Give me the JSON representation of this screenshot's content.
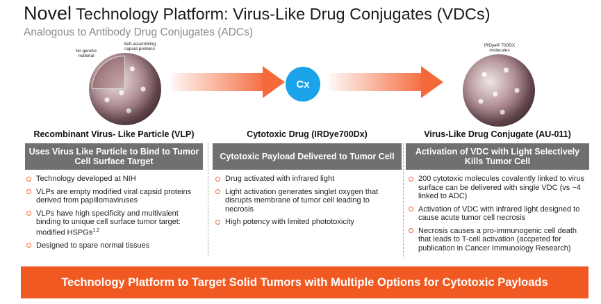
{
  "title": {
    "novel": "Novel",
    "rest": " Technology Platform: Virus-Like Drug Conjugates (VDCs)"
  },
  "subtitle": "Analogous to Antibody Drug Conjugates (ADCs)",
  "left_graphic": {
    "label_no_genetic": "No genetic material",
    "label_capsid": "Self-assembling capsid proteins"
  },
  "right_graphic": {
    "label_molecules": "IRDye® 700DX molecules"
  },
  "middle_graphic": {
    "cx_label": "Cx"
  },
  "columns": [
    {
      "title": "Recombinant Virus- Like Particle (VLP)",
      "header": "Uses Virus Like Particle to Bind to Tumor Cell Surface Target",
      "bullets": [
        "Technology developed at NIH",
        "VLPs are empty modified viral capsid proteins derived from papillomaviruses",
        "VLPs have high specificity and multivalent binding to unique cell surface tumor target: modified HSPGs",
        "Designed to spare normal tissues"
      ],
      "superscript": "1,2"
    },
    {
      "title": "Cytotoxic Drug (IRDye700Dx)",
      "header": "Cytotoxic Payload Delivered to Tumor Cell",
      "bullets": [
        "Drug activated with infrared light",
        "Light activation generates singlet oxygen that disrupts membrane of tumor cell leading to necrosis",
        "High potency with limited phototoxicity"
      ]
    },
    {
      "title": "Virus-Like Drug Conjugate (AU-011)",
      "header": "Activation of VDC with Light Selectively Kills Tumor Cell",
      "bullets": [
        "200 cytotoxic molecules covalently linked to virus surface can be delivered with single VDC (vs ~4 linked to ADC)",
        "Activation of VDC with infrared light designed to cause acute tumor cell necrosis",
        "Necrosis causes a pro-immunogenic cell death that leads to T-cell activation (accpeted for publication in Cancer Immunology Research)"
      ]
    }
  ],
  "banner": "Technology Platform to Target Solid Tumors with Multiple Options for Cytotoxic Payloads",
  "colors": {
    "accent_orange": "#f05a22",
    "header_gray": "#707070",
    "cx_blue": "#1aa3e8"
  }
}
